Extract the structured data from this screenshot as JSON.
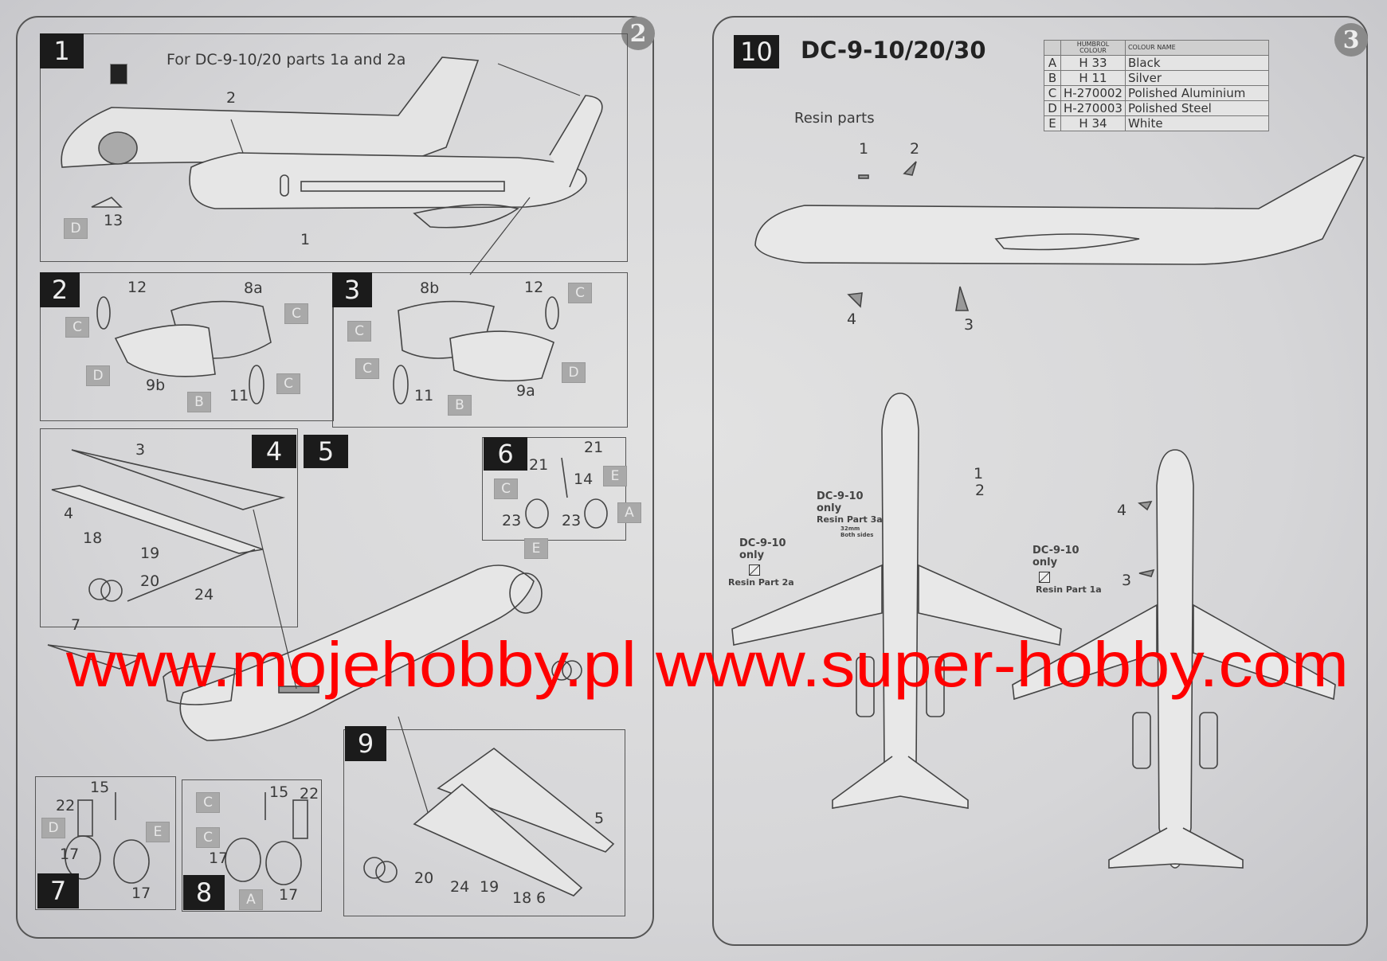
{
  "page_numbers": {
    "left": "2",
    "right": "3"
  },
  "steps": {
    "s1": {
      "number": "1",
      "title": "For DC-9-10/20 parts 1a and 2a",
      "labels": [
        "2",
        "13",
        "1"
      ],
      "badges": [
        "D"
      ]
    },
    "s2": {
      "number": "2",
      "labels": [
        "12",
        "8a",
        "9b",
        "11"
      ],
      "badges": [
        "C",
        "C",
        "D",
        "B",
        "C"
      ]
    },
    "s3": {
      "number": "3",
      "labels": [
        "8b",
        "12",
        "11",
        "9a"
      ],
      "badges": [
        "C",
        "C",
        "C",
        "B",
        "D"
      ]
    },
    "s4": {
      "number": "4",
      "labels": [
        "3",
        "4",
        "18",
        "19",
        "20",
        "24"
      ]
    },
    "s5": {
      "number": "5",
      "labels": [
        "7"
      ]
    },
    "s6": {
      "number": "6",
      "labels": [
        "21",
        "21",
        "14",
        "23",
        "23"
      ],
      "badges": [
        "C",
        "E",
        "A",
        "E"
      ]
    },
    "s7": {
      "number": "7",
      "labels": [
        "15",
        "22",
        "17",
        "17"
      ],
      "badges": [
        "D",
        "E"
      ]
    },
    "s8": {
      "number": "8",
      "labels": [
        "15",
        "22",
        "17",
        "17"
      ],
      "badges": [
        "C",
        "C",
        "A"
      ]
    },
    "s9": {
      "number": "9",
      "labels": [
        "5",
        "20",
        "24",
        "19",
        "18",
        "6"
      ]
    },
    "s10": {
      "number": "10",
      "title": "DC-9-10/20/30",
      "resin_heading": "Resin parts",
      "labels": [
        "1",
        "2",
        "4",
        "3",
        "1",
        "2",
        "4",
        "3"
      ]
    }
  },
  "colour_table": {
    "headers": [
      "",
      "HUMBROL COLOUR",
      "COLOUR NAME"
    ],
    "rows": [
      {
        "key": "A",
        "code": "H 33",
        "name": "Black"
      },
      {
        "key": "B",
        "code": "H 11",
        "name": "Silver"
      },
      {
        "key": "C",
        "code": "H-270002",
        "name": "Polished Aluminium"
      },
      {
        "key": "D",
        "code": "H-270003",
        "name": "Polished Steel"
      },
      {
        "key": "E",
        "code": "H 34",
        "name": "White"
      }
    ]
  },
  "notes": {
    "n3a": {
      "variant": "DC-9-10",
      "only": "only",
      "part": "Resin Part 3a",
      "measure": "32mm",
      "sides": "Both sides"
    },
    "n2a": {
      "variant": "DC-9-10",
      "only": "only",
      "part": "Resin Part 2a"
    },
    "n1a": {
      "variant": "DC-9-10",
      "only": "only",
      "part": "Resin Part 1a"
    }
  },
  "watermark": "www.mojehobby.pl www.super-hobby.com",
  "colors": {
    "watermark": "#ff0000",
    "step_label_bg": "#1b1b1b",
    "badge_bg": "#a9a9a9"
  }
}
